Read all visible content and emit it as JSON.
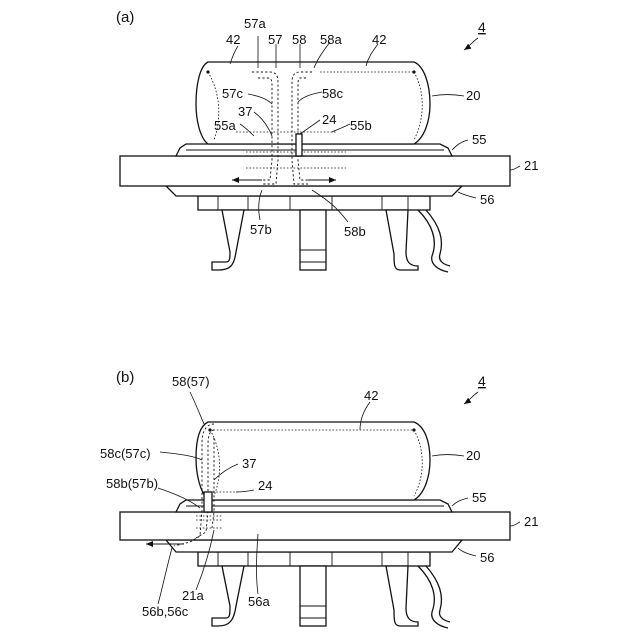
{
  "figure_a": {
    "panel_label": "(a)",
    "ref_label": "4",
    "labels": {
      "l42_left": "42",
      "l57a": "57a",
      "l57": "57",
      "l58": "58",
      "l58a": "58a",
      "l42_right": "42",
      "l57c": "57c",
      "l58c": "58c",
      "l37": "37",
      "l24": "24",
      "l55a": "55a",
      "l55b": "55b",
      "l20": "20",
      "l55": "55",
      "l21": "21",
      "l56": "56",
      "l57b": "57b",
      "l58b": "58b"
    }
  },
  "figure_b": {
    "panel_label": "(b)",
    "ref_label": "4",
    "labels": {
      "l58_57": "58(57)",
      "l42": "42",
      "l58c_57c": "58c(57c)",
      "l37": "37",
      "l20": "20",
      "l58b_57b": "58b(57b)",
      "l24": "24",
      "l55": "55",
      "l21": "21",
      "l56": "56",
      "l21a": "21a",
      "l56a": "56a",
      "l56b_56c": "56b,56c"
    }
  }
}
